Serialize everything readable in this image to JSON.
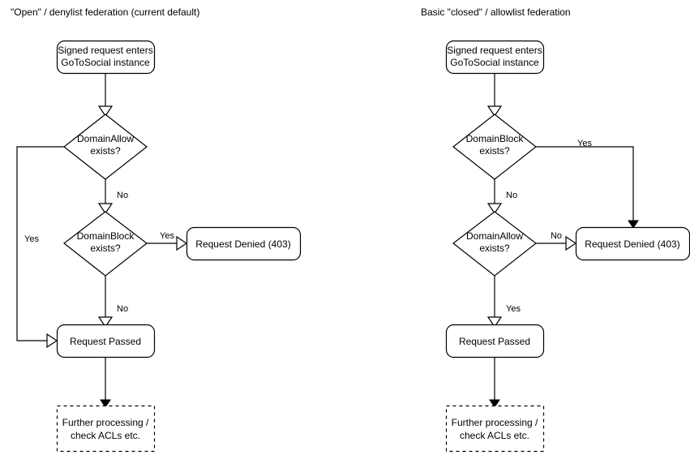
{
  "diagram": {
    "title_left": "\"Open\" / denylist federation (current default)",
    "title_right": "Basic \"closed\" / allowlist federation",
    "colors": {
      "stroke": "#000000",
      "fill": "#ffffff",
      "text": "#000000"
    },
    "left_flow": {
      "start": {
        "line1": "Signed request enters",
        "line2": "GoToSocial instance"
      },
      "decision_1": {
        "line1": "DomainAllow",
        "line2": "exists?"
      },
      "decision_2": {
        "line1": "DomainBlock",
        "line2": "exists?"
      },
      "denied": "Request Denied (403)",
      "passed": "Request Passed",
      "further": {
        "line1": "Further processing /",
        "line2": "check ACLs etc."
      },
      "labels": {
        "allow_yes": "Yes",
        "allow_no": "No",
        "block_yes": "Yes",
        "block_no": "No"
      }
    },
    "right_flow": {
      "start": {
        "line1": "Signed request enters",
        "line2": "GoToSocial instance"
      },
      "decision_1": {
        "line1": "DomainBlock",
        "line2": "exists?"
      },
      "decision_2": {
        "line1": "DomainAllow",
        "line2": "exists?"
      },
      "denied": "Request Denied (403)",
      "passed": "Request Passed",
      "further": {
        "line1": "Further processing /",
        "line2": "check ACLs etc."
      },
      "labels": {
        "block_yes": "Yes",
        "block_no": "No",
        "allow_no": "No",
        "allow_yes": "Yes"
      }
    }
  }
}
